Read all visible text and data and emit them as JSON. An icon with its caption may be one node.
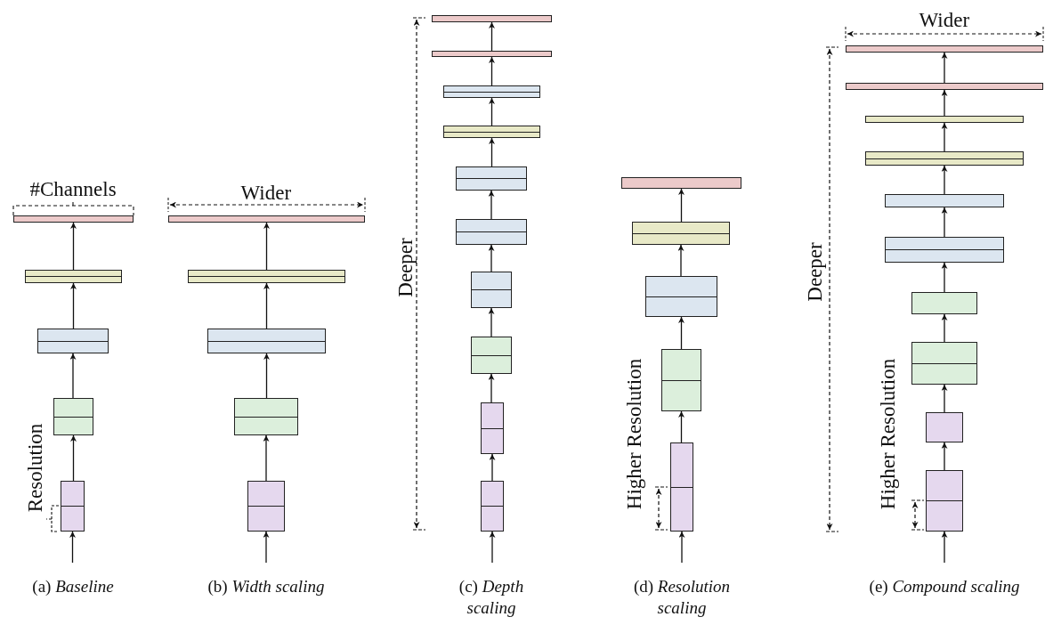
{
  "diagram": {
    "nodes": [
      {
        "text": [],
        "shape": "box"
      },
      {
        "text": [],
        "shape": "box"
      },
      {
        "text": [],
        "shape": "box"
      },
      {
        "text": [],
        "shape": "box"
      },
      {
        "text": [],
        "shape": "box"
      },
      {
        "text": [],
        "shape": "box"
      },
      {
        "text": [],
        "shape": "box"
      },
      {
        "text": [],
        "shape": "box"
      },
      {
        "text": [],
        "shape": "box"
      },
      {
        "text": [],
        "shape": "box"
      },
      {
        "text": [],
        "shape": "box"
      },
      {
        "text": [],
        "shape": "box"
      },
      {
        "text": [],
        "shape": "box"
      },
      {
        "text": [],
        "shape": "box"
      },
      {
        "text": [],
        "shape": "box"
      },
      {
        "text": [],
        "shape": "box"
      },
      {
        "text": [],
        "shape": "box"
      },
      {
        "text": [],
        "shape": "box"
      },
      {
        "text": [],
        "shape": "box"
      },
      {
        "text": [],
        "shape": "box"
      },
      {
        "text": [],
        "shape": "box"
      },
      {
        "text": [],
        "shape": "box"
      },
      {
        "text": [],
        "shape": "box"
      },
      {
        "text": [],
        "shape": "box"
      },
      {
        "text": [],
        "shape": "box"
      },
      {
        "text": [],
        "shape": "box"
      },
      {
        "text": [],
        "shape": "box"
      },
      {
        "text": [],
        "shape": "box"
      },
      {
        "text": [],
        "shape": "box"
      },
      {
        "text": [],
        "shape": "box"
      },
      {
        "text": [],
        "shape": "box"
      },
      {
        "text": [],
        "shape": "box"
      },
      {
        "text": [],
        "shape": "box"
      },
      {
        "text": [],
        "shape": "box"
      },
      {
        "text": [],
        "shape": "box"
      }
    ],
    "edges": [
      {
        "from": null,
        "to": 4,
        "arrow": "to"
      },
      {
        "from": 4,
        "to": 3,
        "arrow": "to"
      },
      {
        "from": 3,
        "to": 2,
        "arrow": "to"
      },
      {
        "from": 2,
        "to": 1,
        "arrow": "to"
      },
      {
        "from": 1,
        "to": 0,
        "arrow": "to"
      },
      {
        "from": null,
        "to": 9,
        "arrow": "to"
      },
      {
        "from": 9,
        "to": 8,
        "arrow": "to"
      },
      {
        "from": 8,
        "to": 7,
        "arrow": "to"
      },
      {
        "from": 7,
        "to": 6,
        "arrow": "to"
      },
      {
        "from": 6,
        "to": 5,
        "arrow": "to"
      },
      {
        "from": null,
        "to": 19,
        "arrow": "to"
      },
      {
        "from": 19,
        "to": 18,
        "arrow": "to"
      },
      {
        "from": 18,
        "to": 17,
        "arrow": "to"
      },
      {
        "from": 17,
        "to": 16,
        "arrow": "to"
      },
      {
        "from": 16,
        "to": 15,
        "arrow": "to"
      },
      {
        "from": 15,
        "to": 14,
        "arrow": "to"
      },
      {
        "from": 14,
        "to": 13,
        "arrow": "to"
      },
      {
        "from": 13,
        "to": 12,
        "arrow": "to"
      },
      {
        "from": 12,
        "to": 11,
        "arrow": "to"
      },
      {
        "from": 11,
        "to": 10,
        "arrow": "to"
      },
      {
        "from": null,
        "to": 24,
        "arrow": "to"
      },
      {
        "from": 24,
        "to": 23,
        "arrow": "to"
      },
      {
        "from": 23,
        "to": 22,
        "arrow": "to"
      },
      {
        "from": 22,
        "to": 21,
        "arrow": "to"
      },
      {
        "from": 21,
        "to": 20,
        "arrow": "to"
      },
      {
        "from": null,
        "to": 34,
        "arrow": "to"
      },
      {
        "from": 34,
        "to": 33,
        "arrow": "to"
      },
      {
        "from": 33,
        "to": 32,
        "arrow": "to"
      },
      {
        "from": 32,
        "to": 31,
        "arrow": "to"
      },
      {
        "from": 31,
        "to": 30,
        "arrow": "to"
      },
      {
        "from": 30,
        "to": 29,
        "arrow": "to"
      },
      {
        "from": 29,
        "to": 28,
        "arrow": "to"
      },
      {
        "from": 28,
        "to": 27,
        "arrow": "to"
      },
      {
        "from": 27,
        "to": 26,
        "arrow": "to"
      },
      {
        "from": 26,
        "to": 25,
        "arrow": "to"
      }
    ],
    "labels": [
      "#Channels",
      "Wider",
      "Wider",
      "Deeper",
      "Deeper",
      "Resolution",
      "Higher Resolution",
      "Higher Resolution",
      "(a) *Baseline*",
      "(b) *Width scaling*",
      "(c) *Depth scaling*",
      "(d) *Resolution scaling*",
      "(e) *Compound scaling*"
    ]
  }
}
